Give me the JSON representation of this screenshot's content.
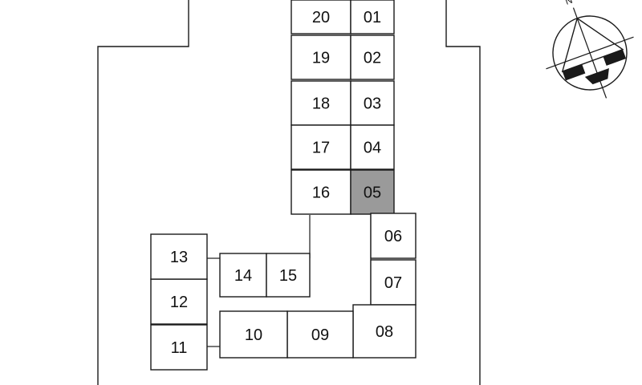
{
  "colors": {
    "line": "#1a1a1a",
    "selected_fill": "#9a9a9a",
    "background": "#ffffff"
  },
  "selected_unit": "05",
  "units": [
    {
      "id": "20",
      "label": "20"
    },
    {
      "id": "19",
      "label": "19"
    },
    {
      "id": "18",
      "label": "18"
    },
    {
      "id": "17",
      "label": "17"
    },
    {
      "id": "16",
      "label": "16"
    },
    {
      "id": "01",
      "label": "01"
    },
    {
      "id": "02",
      "label": "02"
    },
    {
      "id": "03",
      "label": "03"
    },
    {
      "id": "04",
      "label": "04"
    },
    {
      "id": "05",
      "label": "05"
    },
    {
      "id": "06",
      "label": "06"
    },
    {
      "id": "07",
      "label": "07"
    },
    {
      "id": "08",
      "label": "08"
    },
    {
      "id": "09",
      "label": "09"
    },
    {
      "id": "10",
      "label": "10"
    },
    {
      "id": "11",
      "label": "11"
    },
    {
      "id": "12",
      "label": "12"
    },
    {
      "id": "13",
      "label": "13"
    },
    {
      "id": "14",
      "label": "14"
    },
    {
      "id": "15",
      "label": "15"
    }
  ],
  "compass": {
    "icon": "compass-north-icon",
    "label": "N"
  }
}
